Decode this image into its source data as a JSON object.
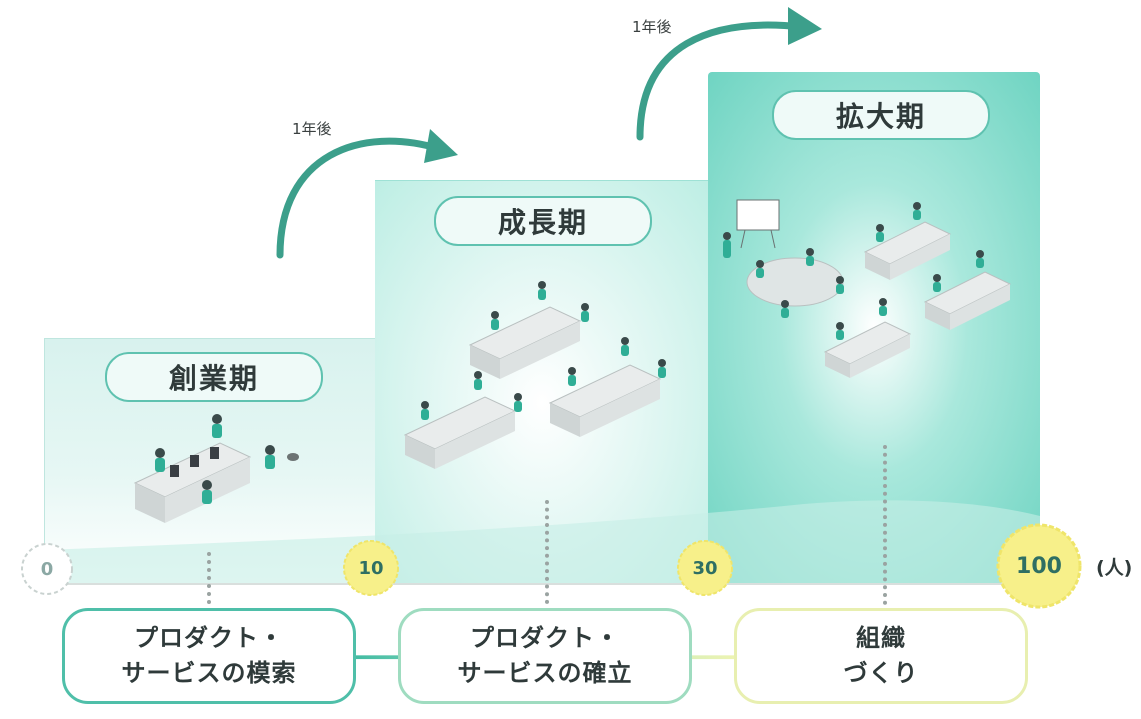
{
  "stages": [
    {
      "name": "創業期"
    },
    {
      "name": "成長期"
    },
    {
      "name": "拡大期"
    }
  ],
  "transitions": [
    {
      "label": "1年後"
    },
    {
      "label": "1年後"
    }
  ],
  "axis": {
    "ticks": [
      "0",
      "10",
      "30",
      "100"
    ],
    "unit": "(人)"
  },
  "phases": [
    {
      "line1": "プロダクト・",
      "line2": "サービスの模索"
    },
    {
      "line1": "プロダクト・",
      "line2": "サービスの確立"
    },
    {
      "line1": "組織",
      "line2": "づくり"
    }
  ],
  "colors": {
    "teal": "#3c9f8b",
    "mint": "#bdeee4",
    "badge_yellow": "#f7f08a",
    "flow_start": "#2fb49b",
    "flow_end": "#f3f5b0"
  }
}
